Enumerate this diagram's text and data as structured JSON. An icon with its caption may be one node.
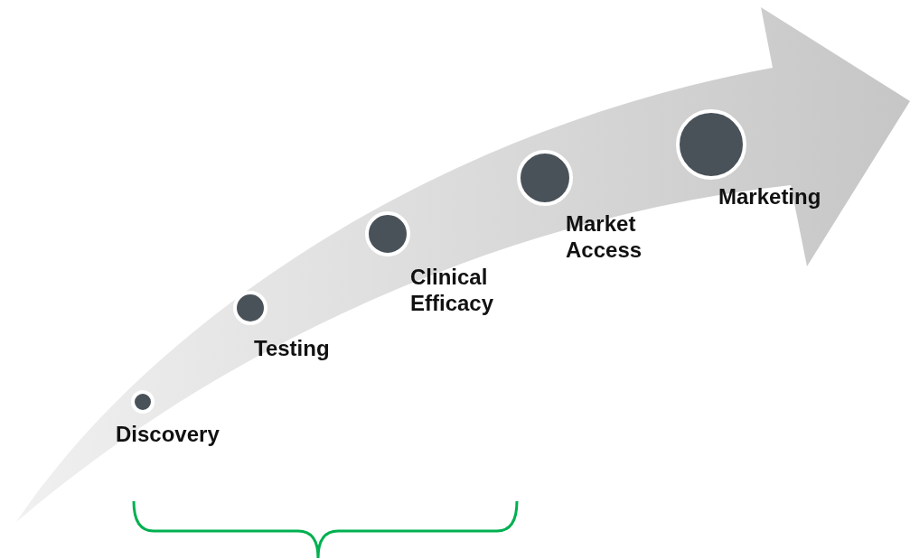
{
  "diagram": {
    "nodes": [
      {
        "text": [
          "Discovery"
        ]
      },
      {
        "text": [
          "Testing"
        ]
      },
      {
        "text": [
          "Clinical Efficacy"
        ]
      },
      {
        "text": [
          "Market Access"
        ]
      },
      {
        "text": [
          "Marketing"
        ]
      }
    ]
  }
}
